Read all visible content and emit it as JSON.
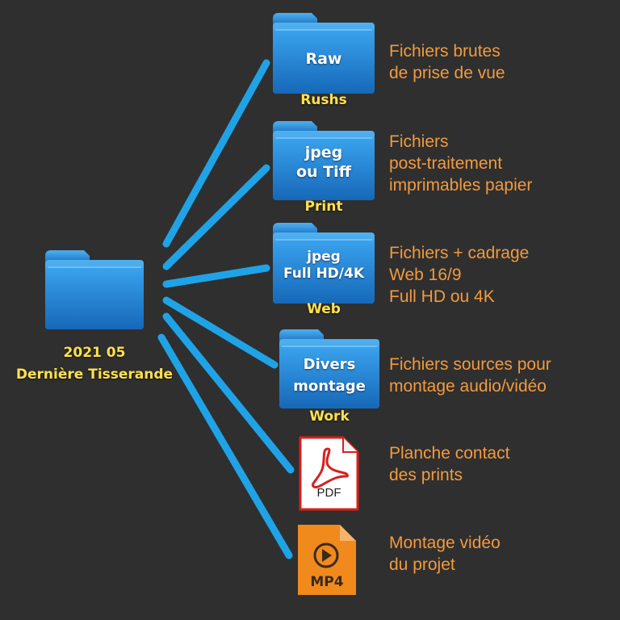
{
  "colors": {
    "background": "#2f2f2f",
    "connector": "#1fa3e6",
    "folder_blue": "#2a8ad8",
    "tag_yellow": "#ffe14d",
    "description_orange": "#f29a3f",
    "pdf_red": "#d8201e",
    "mp4_orange": "#f08a1c"
  },
  "root": {
    "icon": "folder-icon",
    "title_lines": [
      "2021 05",
      "Dernière Tisserande"
    ]
  },
  "items": [
    {
      "icon": "folder-icon",
      "folder_label_lines": [
        "Raw"
      ],
      "tag": "Rushs",
      "description_lines": [
        "Fichiers brutes",
        "de prise de vue"
      ]
    },
    {
      "icon": "folder-icon",
      "folder_label_lines": [
        "jpeg",
        "ou Tiff"
      ],
      "tag": "Print",
      "description_lines": [
        "Fichiers",
        "post-traitement",
        "imprimables papier"
      ]
    },
    {
      "icon": "folder-icon",
      "folder_label_lines": [
        "jpeg",
        "Full HD/4K"
      ],
      "tag": "Web",
      "description_lines": [
        "Fichiers + cadrage",
        "Web 16/9",
        "Full HD ou 4K"
      ]
    },
    {
      "icon": "folder-icon",
      "folder_label_lines": [
        "Divers",
        "montage"
      ],
      "tag": "Work",
      "description_lines": [
        "Fichiers sources pour",
        "montage audio/vidéo"
      ]
    },
    {
      "icon": "pdf-file-icon",
      "file_label": "PDF",
      "description_lines": [
        "Planche contact",
        "des prints"
      ]
    },
    {
      "icon": "mp4-file-icon",
      "file_label": "MP4",
      "description_lines": [
        "Montage vidéo",
        "du projet"
      ]
    }
  ]
}
